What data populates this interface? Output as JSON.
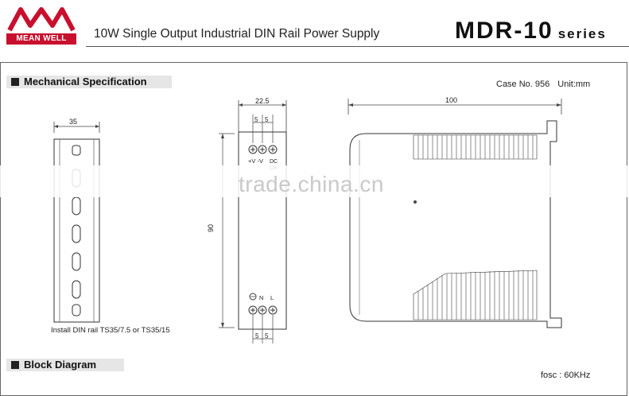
{
  "header": {
    "logo_text": "MEAN WELL",
    "title": "10W Single Output Industrial DIN Rail Power Supply",
    "model": "MDR-10",
    "series_suffix": "series"
  },
  "sections": {
    "mechanical": "Mechanical Specification",
    "block": "Block Diagram"
  },
  "case_info": {
    "case_no": "Case No. 956",
    "unit": "Unit:mm"
  },
  "dimensions": {
    "rail_width": "35",
    "front_width": "22.5",
    "terminal_pitch_a": "5",
    "terminal_pitch_b": "5",
    "height": "90",
    "side_depth": "100"
  },
  "terminal_labels": {
    "top": "+V -V",
    "dc": "DC",
    "ok": "OK",
    "bottom_n": "N",
    "bottom_l": "L"
  },
  "notes": {
    "install": "Install DIN rail TS35/7.5 or TS35/15",
    "fosc": "fosc : 60KHz"
  },
  "watermark": "trade.china.cn"
}
